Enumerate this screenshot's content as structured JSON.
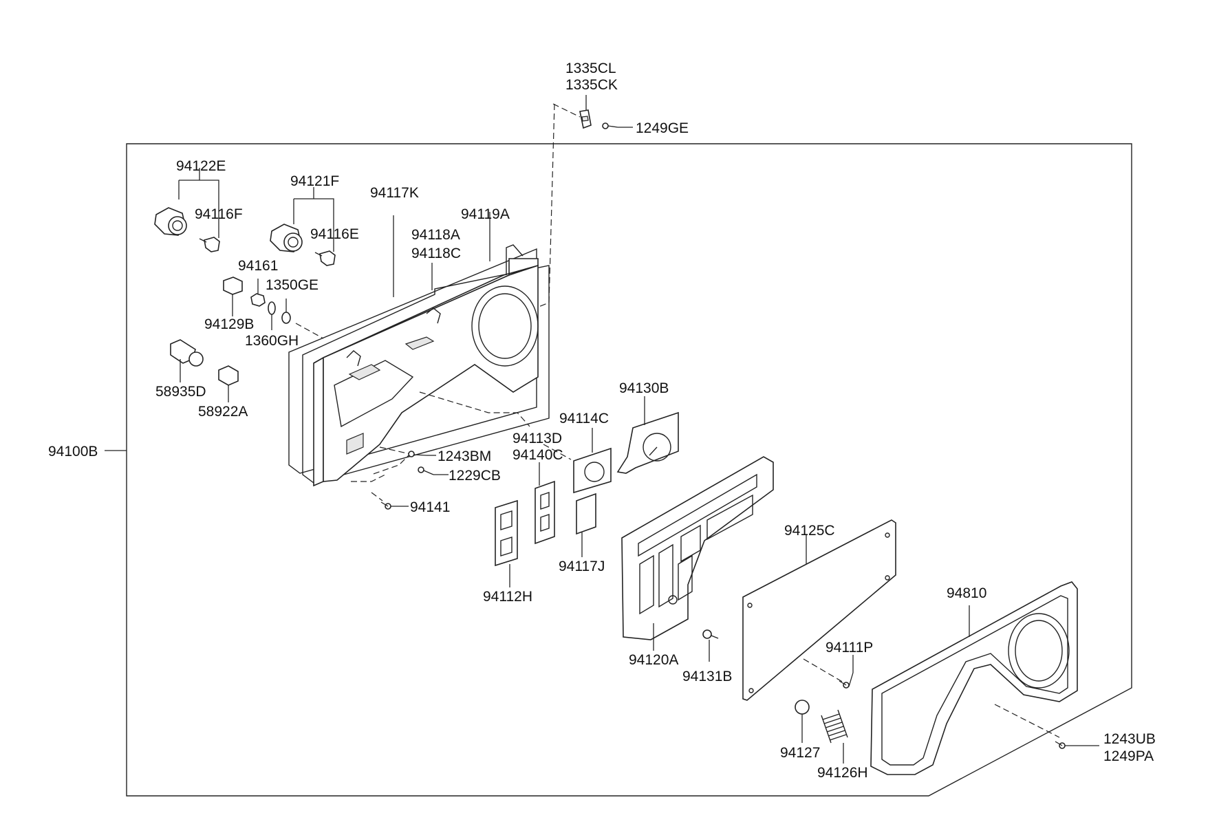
{
  "diagram": {
    "labels": {
      "p1335CL": "1335CL",
      "p1335CK": "1335CK",
      "p1249GE": "1249GE",
      "p94122E": "94122E",
      "p94121F": "94121F",
      "p94116F": "94116F",
      "p94116E": "94116E",
      "p94117K": "94117K",
      "p94119A": "94119A",
      "p94118A": "94118A",
      "p94118C": "94118C",
      "p94161": "94161",
      "p1350GE": "1350GE",
      "p94129B": "94129B",
      "p1360GH": "1360GH",
      "p58935D": "58935D",
      "p58922A": "58922A",
      "p94100B": "94100B",
      "p94130B": "94130B",
      "p94114C": "94114C",
      "p94113D": "94113D",
      "p94140C": "94140C",
      "p1243BM": "1243BM",
      "p1229CB": "1229CB",
      "p94141": "94141",
      "p94125C": "94125C",
      "p94117J": "94117J",
      "p94112H": "94112H",
      "p94810": "94810",
      "p94120A": "94120A",
      "p94111P": "94111P",
      "p94131B": "94131B",
      "p94127": "94127",
      "p94126H": "94126H",
      "p1243UB": "1243UB",
      "p1249PA": "1249PA"
    }
  }
}
